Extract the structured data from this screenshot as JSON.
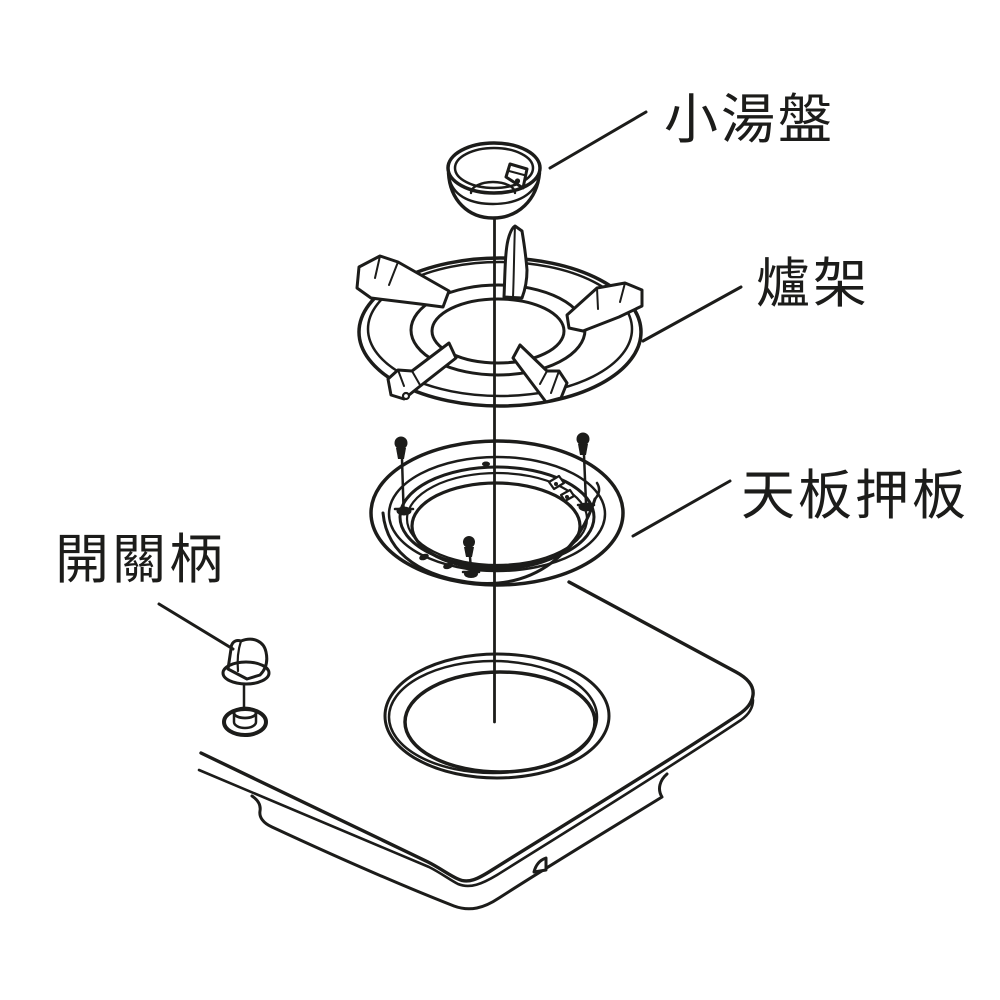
{
  "diagram": {
    "background_color": "#ffffff",
    "line_color": "#1c1c1a",
    "parts": [
      {
        "id": "burner-cap",
        "label": "小湯盤"
      },
      {
        "id": "burner-grate",
        "label": "爐架"
      },
      {
        "id": "top-plate-press-plate",
        "label": "天板押板"
      },
      {
        "id": "control-knob",
        "label": "開關柄"
      }
    ]
  }
}
